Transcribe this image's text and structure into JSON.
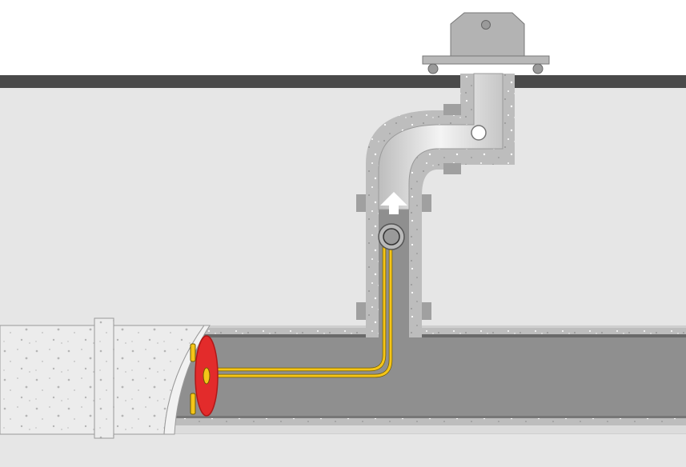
{
  "diagram": {
    "kind": "pipe-lining-cutaway",
    "labels": [],
    "parts": [
      "surface-slab",
      "ground-fill",
      "pipe-liner",
      "lateral-riser",
      "pipe-elbow",
      "cable-pulley",
      "launch-frame",
      "plug-disc",
      "pull-cable",
      "flow-arrow"
    ],
    "colors": {
      "background": "#ffffff",
      "ground": "#e6e6e6",
      "surface_slab": "#4a4a4a",
      "liner_wall": "#ababab",
      "pipe_interior": "#8f8f8f",
      "concrete_pipe": "#e9e9e9",
      "plug_disc": "#e32b2b",
      "cable": "#f5c518",
      "arrow": "#ffffff"
    }
  }
}
